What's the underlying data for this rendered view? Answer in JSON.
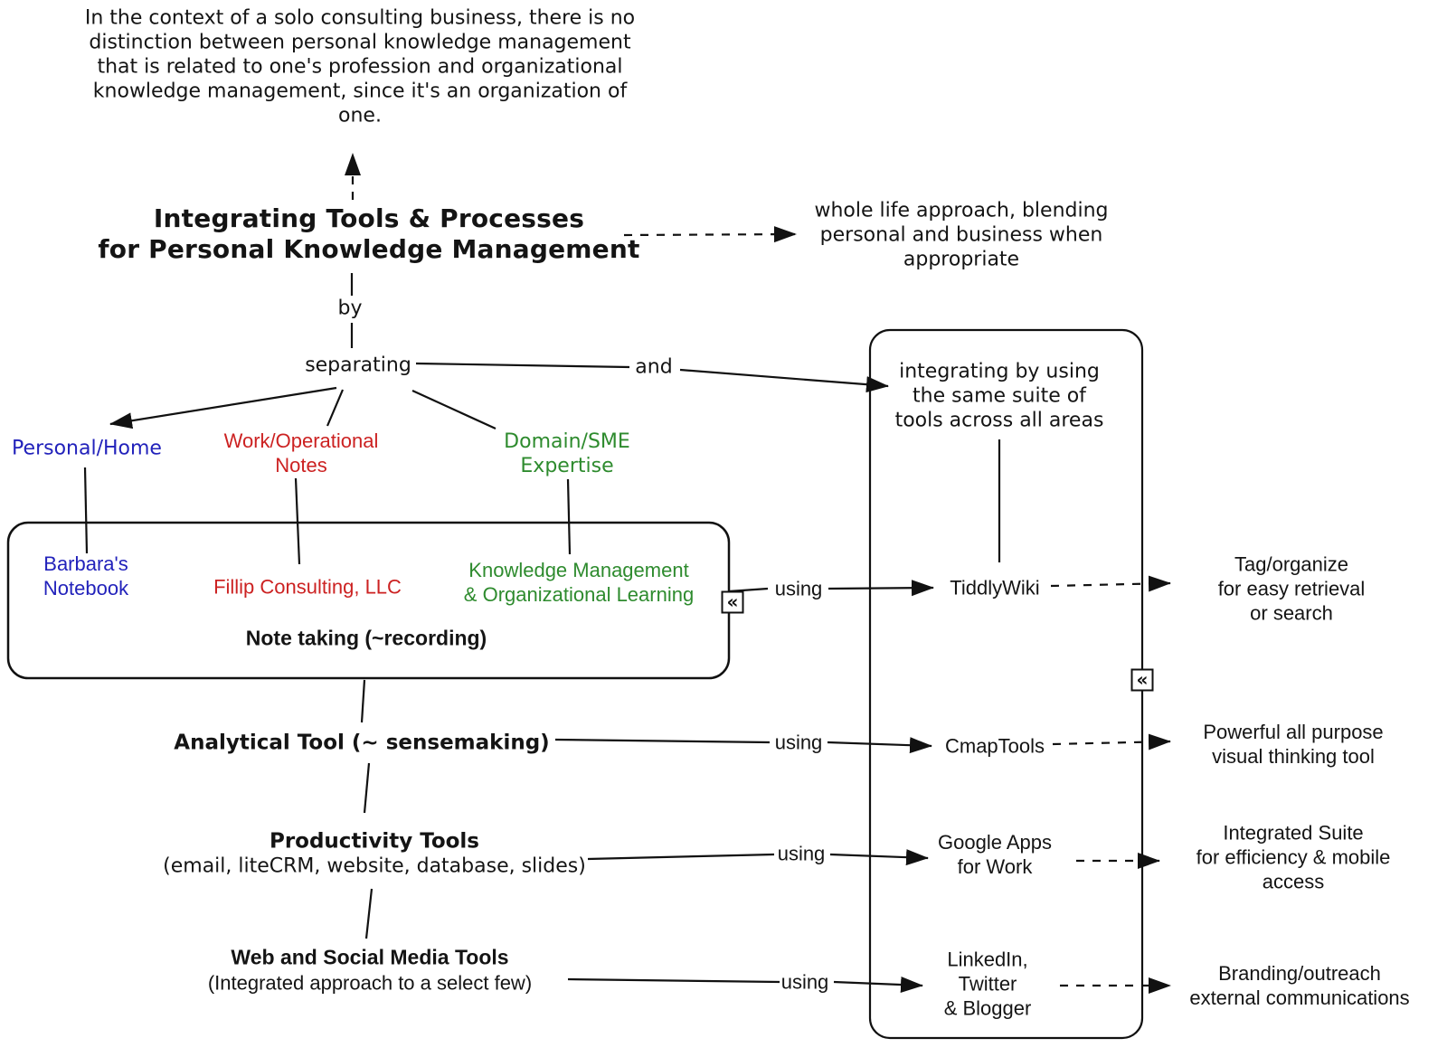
{
  "colors": {
    "ink": "#111111",
    "blue": "#2222bb",
    "red": "#cc2222",
    "green": "#2e8b2e"
  },
  "nodes": {
    "top_note": [
      "In the context of a solo consulting business, there is no",
      "distinction between personal knowledge management",
      "that is related to one's profession and organizational",
      "knowledge management, since it's an organization of",
      "one."
    ],
    "title": [
      "Integrating Tools & Processes",
      "for Personal Knowledge Management"
    ],
    "whole_life": [
      "whole life approach, blending",
      "personal and business when",
      "appropriate"
    ],
    "by": "by",
    "separating": "separating",
    "and": "and",
    "personal_home": "Personal/Home",
    "work_notes": [
      "Work/Operational",
      "Notes"
    ],
    "domain_sme": [
      "Domain/SME",
      "Expertise"
    ],
    "integrating": [
      "integrating by using",
      "the same suite of",
      "tools across all areas"
    ],
    "barbaras_notebook": [
      "Barbara's",
      "Notebook"
    ],
    "fillip": "Fillip Consulting, LLC",
    "km_ol": [
      "Knowledge Management",
      "& Organizational Learning"
    ],
    "note_taking": "Note taking (~recording)",
    "analytical": "Analytical Tool (~ sensemaking)",
    "productivity": "Productivity Tools",
    "productivity_sub": "(email, liteCRM, website, database, slides)",
    "web_social": "Web and Social Media Tools",
    "web_social_sub": "(Integrated approach to a select few)",
    "tiddlywiki": "TiddlyWiki",
    "cmaptools": "CmapTools",
    "google_apps": [
      "Google Apps",
      "for Work"
    ],
    "linkedin": [
      "LinkedIn,",
      "Twitter",
      "& Blogger"
    ],
    "tag_organize": [
      "Tag/organize",
      "for easy retrieval",
      "or search"
    ],
    "powerful": [
      "Powerful all purpose",
      "visual thinking tool"
    ],
    "integrated_suite": [
      "Integrated Suite",
      "for efficiency & mobile",
      "access"
    ],
    "branding": [
      "Branding/outreach",
      "external communications"
    ]
  },
  "links": {
    "using": "using"
  },
  "icons": {
    "collapse_glyph": "«"
  }
}
